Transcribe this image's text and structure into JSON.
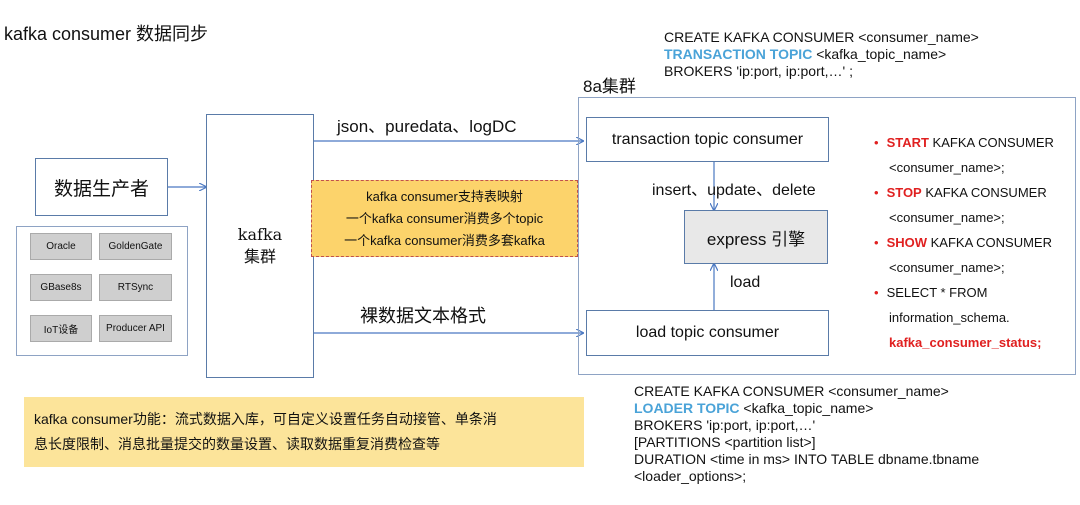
{
  "title": "kafka consumer 数据同步",
  "top_sql": {
    "line1": "CREATE KAFKA CONSUMER <consumer_name>",
    "line2_keyword": "TRANSACTION TOPIC",
    "line2_rest": " <kafka_topic_name>",
    "line3": "BROKERS 'ip:port, ip:port,…'  ;"
  },
  "cluster_8a": "8a集群",
  "producer_label": "数据生产者",
  "sources": [
    {
      "src": "Oracle",
      "dst": "GoldenGate"
    },
    {
      "src": "GBase8s",
      "dst": "RTSync"
    },
    {
      "src": "IoT设备",
      "dst": "Producer API"
    }
  ],
  "kafka_label_line1": "kafka",
  "kafka_label_line2": "集群",
  "arrow_top_label": "json、puredata、logDC",
  "arrow_bottom_label": "裸数据文本格式",
  "features": [
    "kafka consumer支持表映射",
    "一个kafka consumer消费多个topic",
    "一个kafka consumer消费多套kafka"
  ],
  "transaction_consumer": "transaction topic consumer",
  "ops_label": "insert、update、delete",
  "express_engine": "express 引擎",
  "load_label": "load",
  "load_consumer": "load topic consumer",
  "commands": [
    {
      "kw": "START",
      "rest": " KAFKA CONSUMER",
      "line2": "<consumer_name>;"
    },
    {
      "kw": "STOP",
      "rest": " KAFKA CONSUMER",
      "line2": "<consumer_name>;"
    },
    {
      "kw": "SHOW",
      "rest": " KAFKA CONSUMER",
      "line2": "<consumer_name>;"
    },
    {
      "kw": "",
      "rest": "SELECT * FROM",
      "line2": "information_schema.",
      "line3": "kafka_consumer_status;"
    }
  ],
  "note_line1": "kafka consumer功能：流式数据入库，可自定义设置任务自动接管、单条消",
  "note_line2": "息长度限制、消息批量提交的数量设置、读取数据重复消费检查等",
  "bottom_sql": {
    "line1": "CREATE KAFKA CONSUMER <consumer_name>",
    "line2_keyword": "LOADER TOPIC",
    "line2_rest": " <kafka_topic_name>",
    "line3": "BROKERS 'ip:port, ip:port,…'",
    "line4": "[PARTITIONS <partition list>]",
    "line5": "DURATION <time in ms> INTO TABLE dbname.tbname",
    "line6": "<loader_options>;"
  }
}
